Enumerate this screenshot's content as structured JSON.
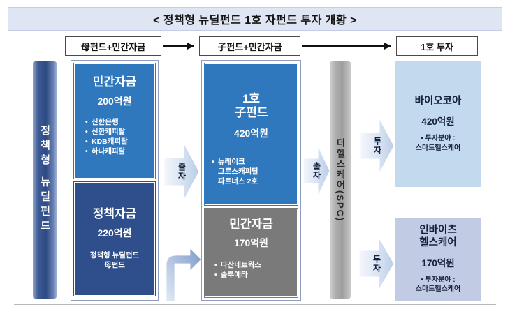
{
  "title": "< 정책형 뉴딜펀드 1호 자펀드 투자 개황 >",
  "header_flow": {
    "step1": "母펀드+민간자금",
    "step2": "子펀드+민간자금",
    "step3": "1호 투자"
  },
  "policy_fund_bar": {
    "label": "정책형 뉴딜펀드"
  },
  "spc_bar": {
    "label": "더헬스케어(SPC)"
  },
  "left_column": {
    "private_capital": {
      "name": "민간자금",
      "amount": "200억원",
      "investors": [
        "신한은행",
        "신한캐피탈",
        "KDB캐피탈",
        "하나캐피탈"
      ],
      "color": "#2f78bd"
    },
    "policy_capital": {
      "name": "정책자금",
      "amount": "220억원",
      "note_line1": "정책형 뉴딜펀드",
      "note_line2": "母펀드",
      "color": "#2e4e8c"
    }
  },
  "center_column": {
    "sub_fund": {
      "name_line1": "1호",
      "name_line2": "子펀드",
      "amount": "420억원",
      "manager_line1": "뉴레이크",
      "manager_line2": "그로스캐피탈",
      "manager_line3": "파트너스 2호",
      "color": "#2f78bd"
    },
    "private_capital": {
      "name": "민간자금",
      "amount": "170억원",
      "investors": [
        "다산네트웍스",
        "솔루에타"
      ],
      "color": "#7a7a7a"
    }
  },
  "right_column": {
    "investee1": {
      "name": "바이오코아",
      "amount": "420억원",
      "field_line1": "• 투자분야 :",
      "field_line2": "스마트헬스케어",
      "color": "#c3daee"
    },
    "investee2": {
      "name_line1": "인바이츠",
      "name_line2": "헬스케어",
      "amount": "170억원",
      "field_line1": "• 투자분야 :",
      "field_line2": "스마트헬스케어",
      "color": "#c2cbe4"
    }
  },
  "arrows": {
    "contribution1": "출자",
    "contribution2": "출자",
    "investment1": "투자",
    "investment2": "투자"
  }
}
